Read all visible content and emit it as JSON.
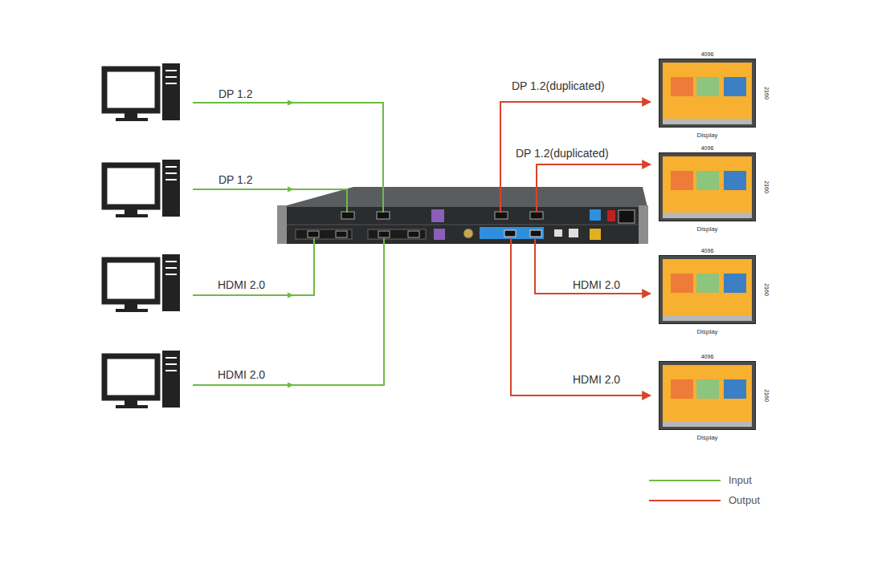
{
  "diagram": {
    "nodes": [
      {
        "text": [
          "4096",
          "2160",
          "Display"
        ]
      },
      {
        "text": [
          "4096",
          "2160",
          "Display"
        ]
      },
      {
        "text": [
          "4096",
          "2160",
          "Display"
        ]
      },
      {
        "text": [
          "4096",
          "2160",
          "Display"
        ]
      }
    ],
    "labels": [
      "DP 1.2",
      "DP 1.2",
      "HDMI 2.0",
      "HDMI 2.0",
      "DP 1.2(duplicated)",
      "DP 1.2(duplicated)",
      "HDMI 2.0",
      "HDMI 2.0"
    ],
    "legend": [
      {
        "text": "Input"
      },
      {
        "text": "Output"
      }
    ]
  }
}
